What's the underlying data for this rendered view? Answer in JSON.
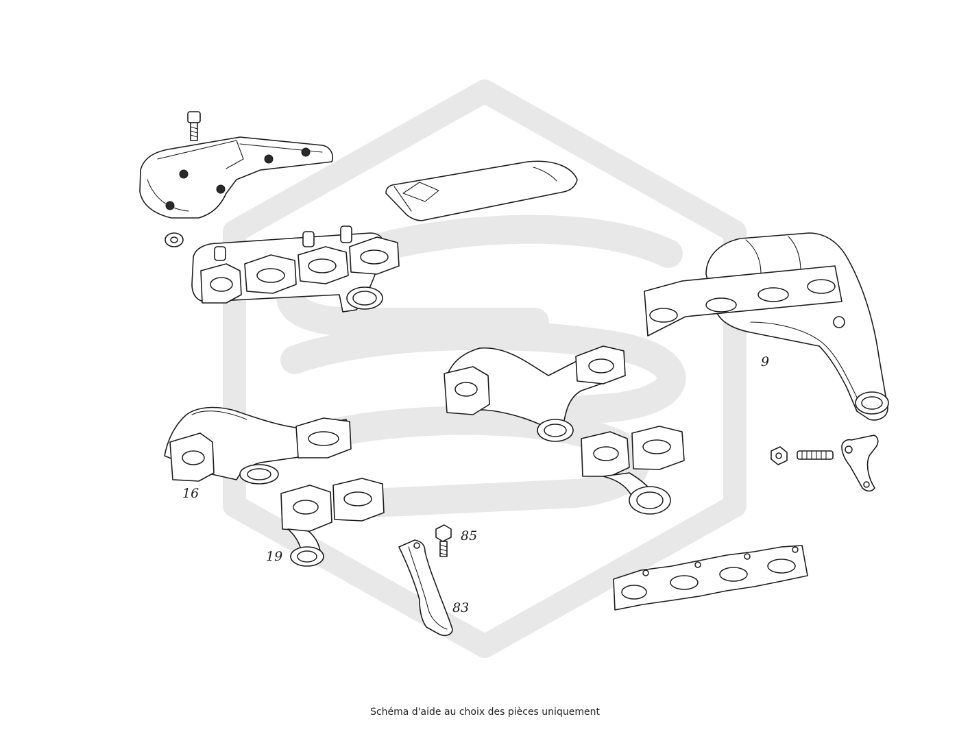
{
  "diagram": {
    "callouts": [
      {
        "id": "9",
        "label": "9"
      },
      {
        "id": "16",
        "label": "16"
      },
      {
        "id": "19",
        "label": "19"
      },
      {
        "id": "83",
        "label": "83"
      },
      {
        "id": "85",
        "label": "85"
      }
    ],
    "caption": "Schéma d'aide au choix des pièces uniquement",
    "colors": {
      "line": "#1a1a1a",
      "watermark": "#e8e8e8",
      "background": "#ffffff"
    },
    "icons": {
      "watermark": "hexagon-logo-watermark"
    }
  }
}
